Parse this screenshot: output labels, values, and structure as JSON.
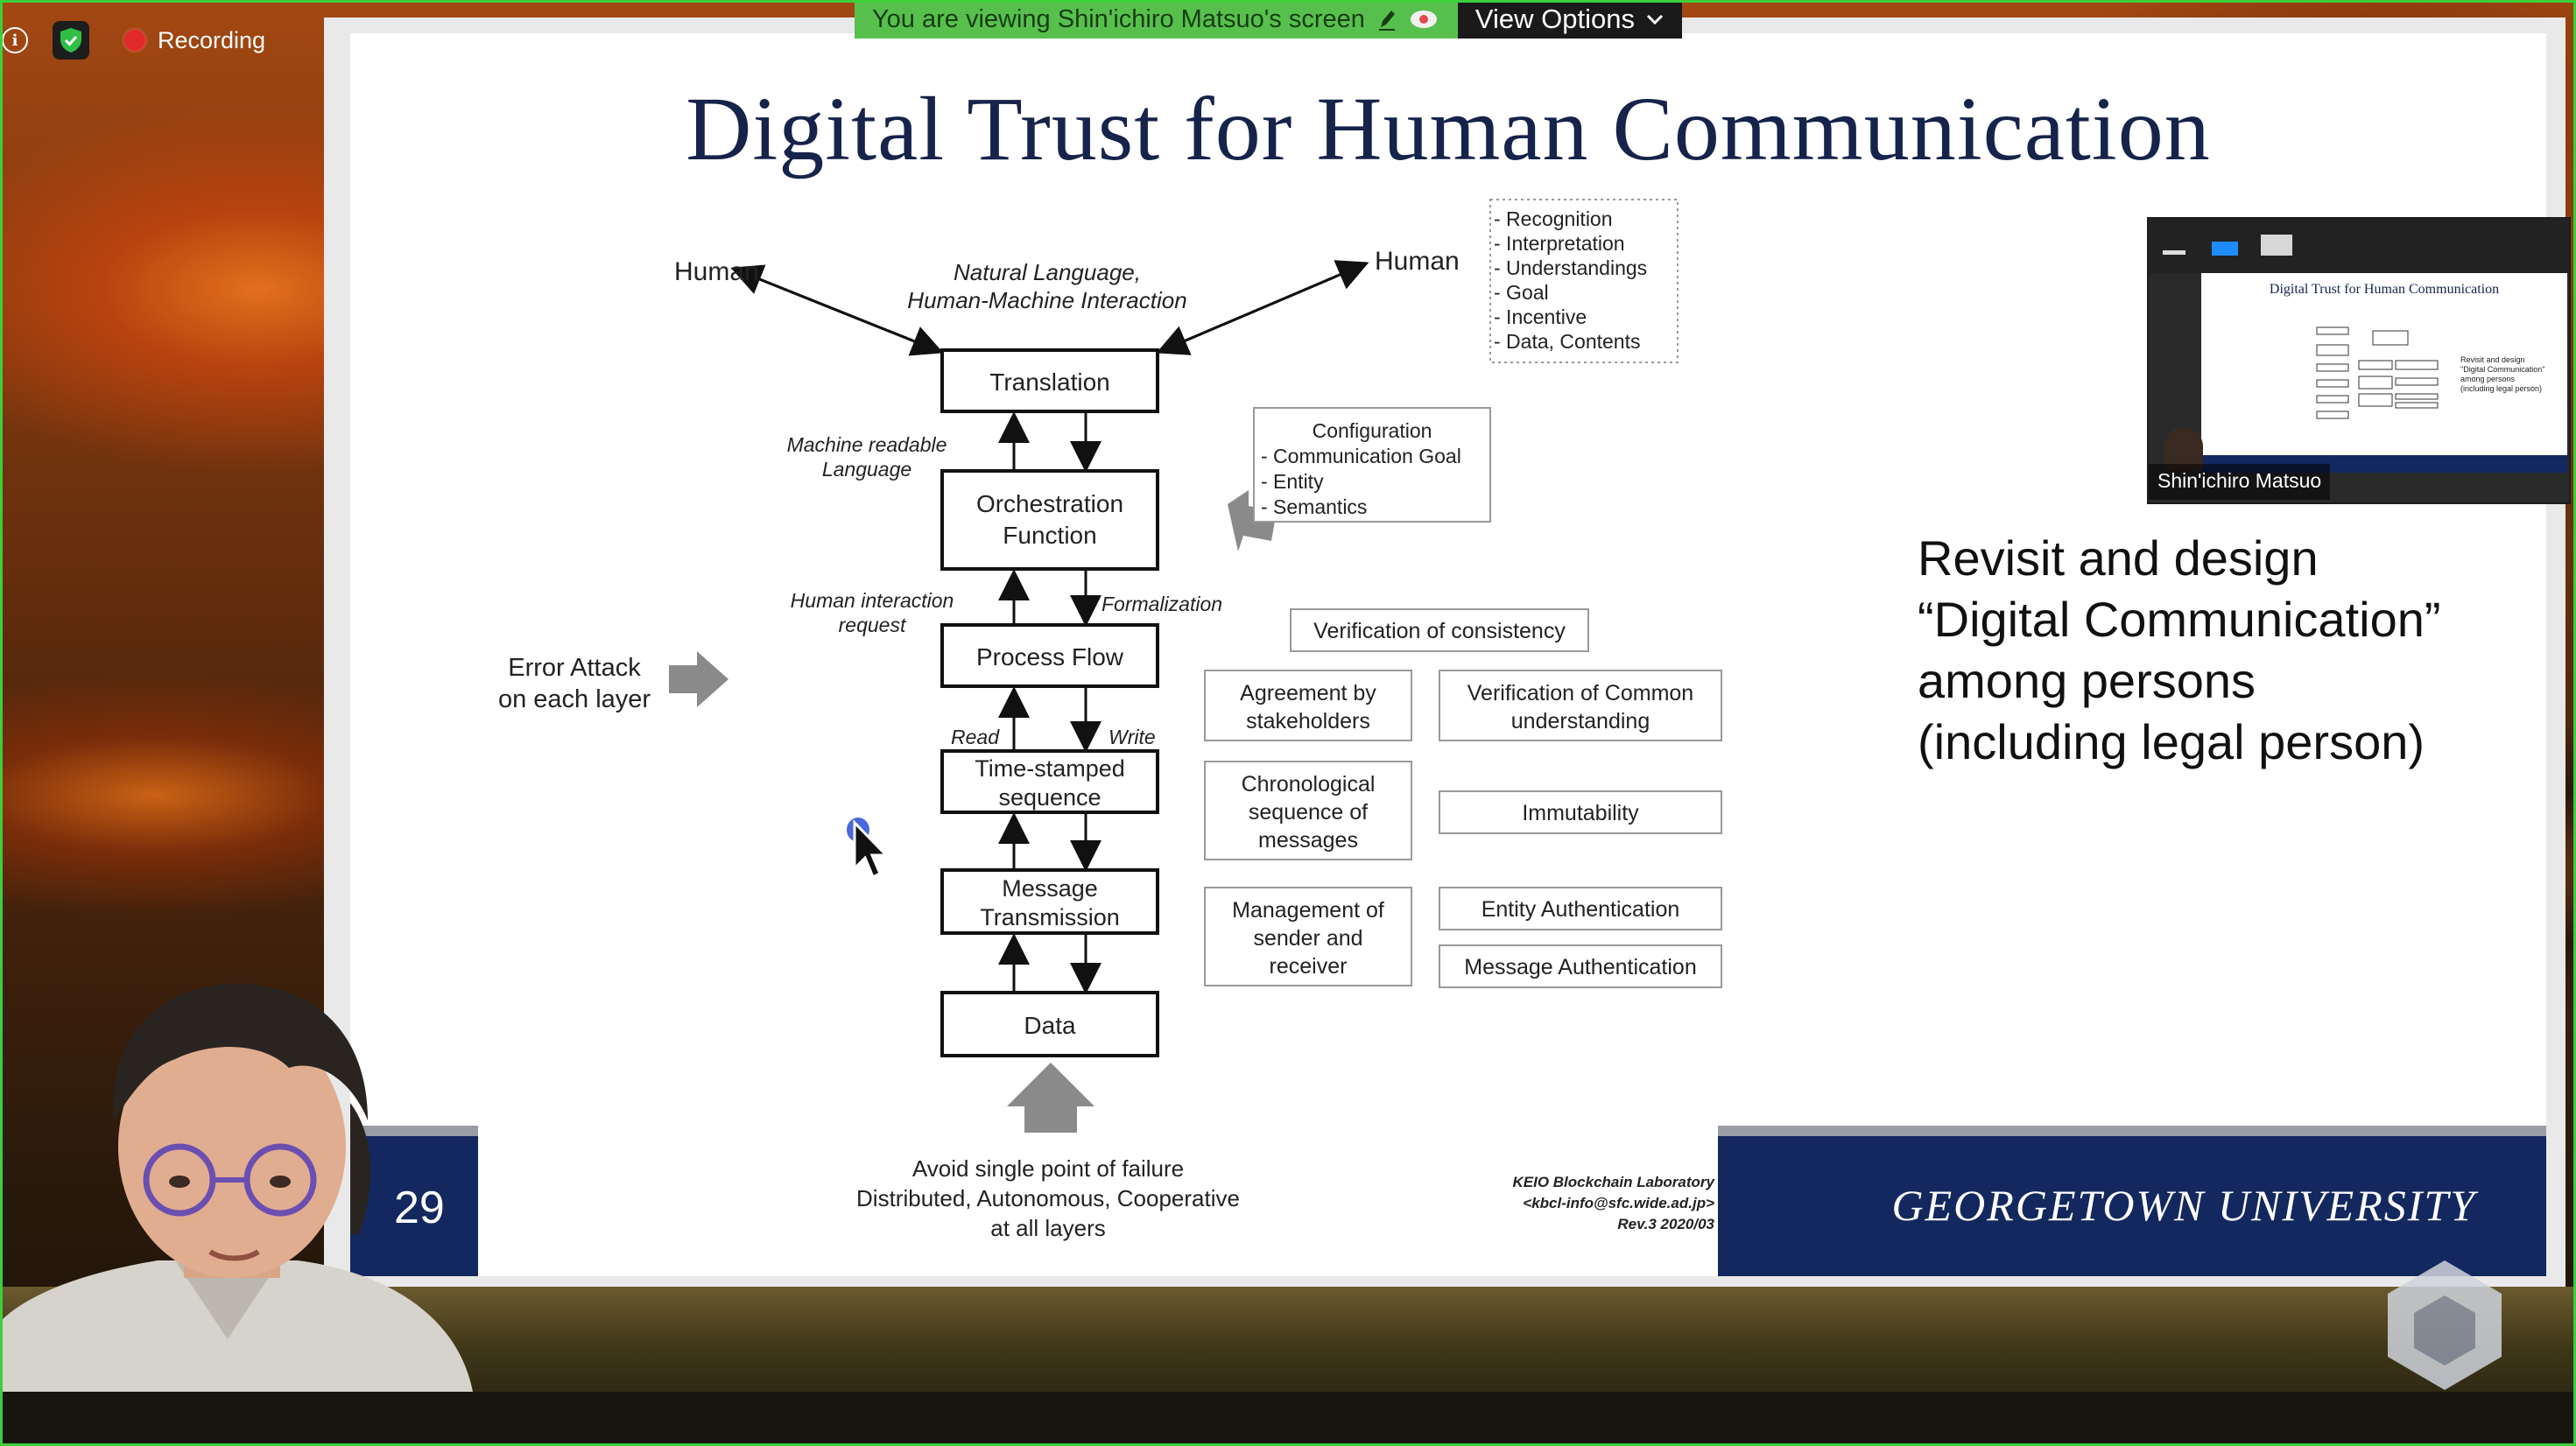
{
  "status": {
    "recording_label": "Recording"
  },
  "banner": {
    "viewing_text": "You are viewing Shin'ichiro Matsuo's screen",
    "view_options_label": "View Options"
  },
  "slide": {
    "title": "Digital Trust for Human Communication",
    "page_number": "29",
    "university": "GEORGETOWN UNIVERSITY",
    "revisit_lines": [
      "Revisit and design",
      "“Digital Communication”",
      "among persons",
      "(including legal person)"
    ],
    "diagram": {
      "human_left": "Human",
      "human_right": "Human",
      "natural_language_lines": [
        "Natural Language,",
        "Human-Machine Interaction"
      ],
      "human_list": [
        "- Recognition",
        "- Interpretation",
        "- Understandings",
        "- Goal",
        "- Incentive",
        "- Data, Contents"
      ],
      "layers": [
        "Translation",
        "Orchestration Function",
        "Process Flow",
        "Time-stamped sequence",
        "Message Transmission",
        "Data"
      ],
      "machine_readable_lines": [
        "Machine readable",
        "Language"
      ],
      "human_interaction_lines": [
        "Human interaction",
        "request"
      ],
      "formalization": "Formalization",
      "read": "Read",
      "write": "Write",
      "error_attack_lines": [
        "Error Attack",
        "on each layer"
      ],
      "configuration_lines": [
        "Configuration",
        "- Communication Goal",
        "- Entity",
        "- Semantics"
      ],
      "verification_consistency": "Verification of consistency",
      "left_boxes": [
        [
          "Agreement by",
          "stakeholders"
        ],
        [
          "Chronological",
          "sequence of",
          "messages"
        ],
        [
          "Management of",
          "sender and",
          "receiver"
        ]
      ],
      "right_boxes": [
        [
          "Verification of Common",
          "understanding"
        ],
        [
          "Immutability"
        ],
        [
          "Entity Authentication"
        ],
        [
          "Message Authentication"
        ]
      ],
      "avoid_lines": [
        "Avoid single point of failure",
        "Distributed, Autonomous, Cooperative",
        "at all layers"
      ],
      "credit_lines": [
        "KEIO Blockchain Laboratory",
        "<kbcl-info@sfc.wide.ad.jp>",
        "Rev.3 2020/03"
      ]
    }
  },
  "thumbnail": {
    "name": "Shin'ichiro Matsuo",
    "slide_title": "Digital Trust for Human Communication",
    "slide_text_lines": [
      "Revisit and design",
      "\"Digital Communication\"",
      "among persons",
      "(including legal person)"
    ]
  }
}
